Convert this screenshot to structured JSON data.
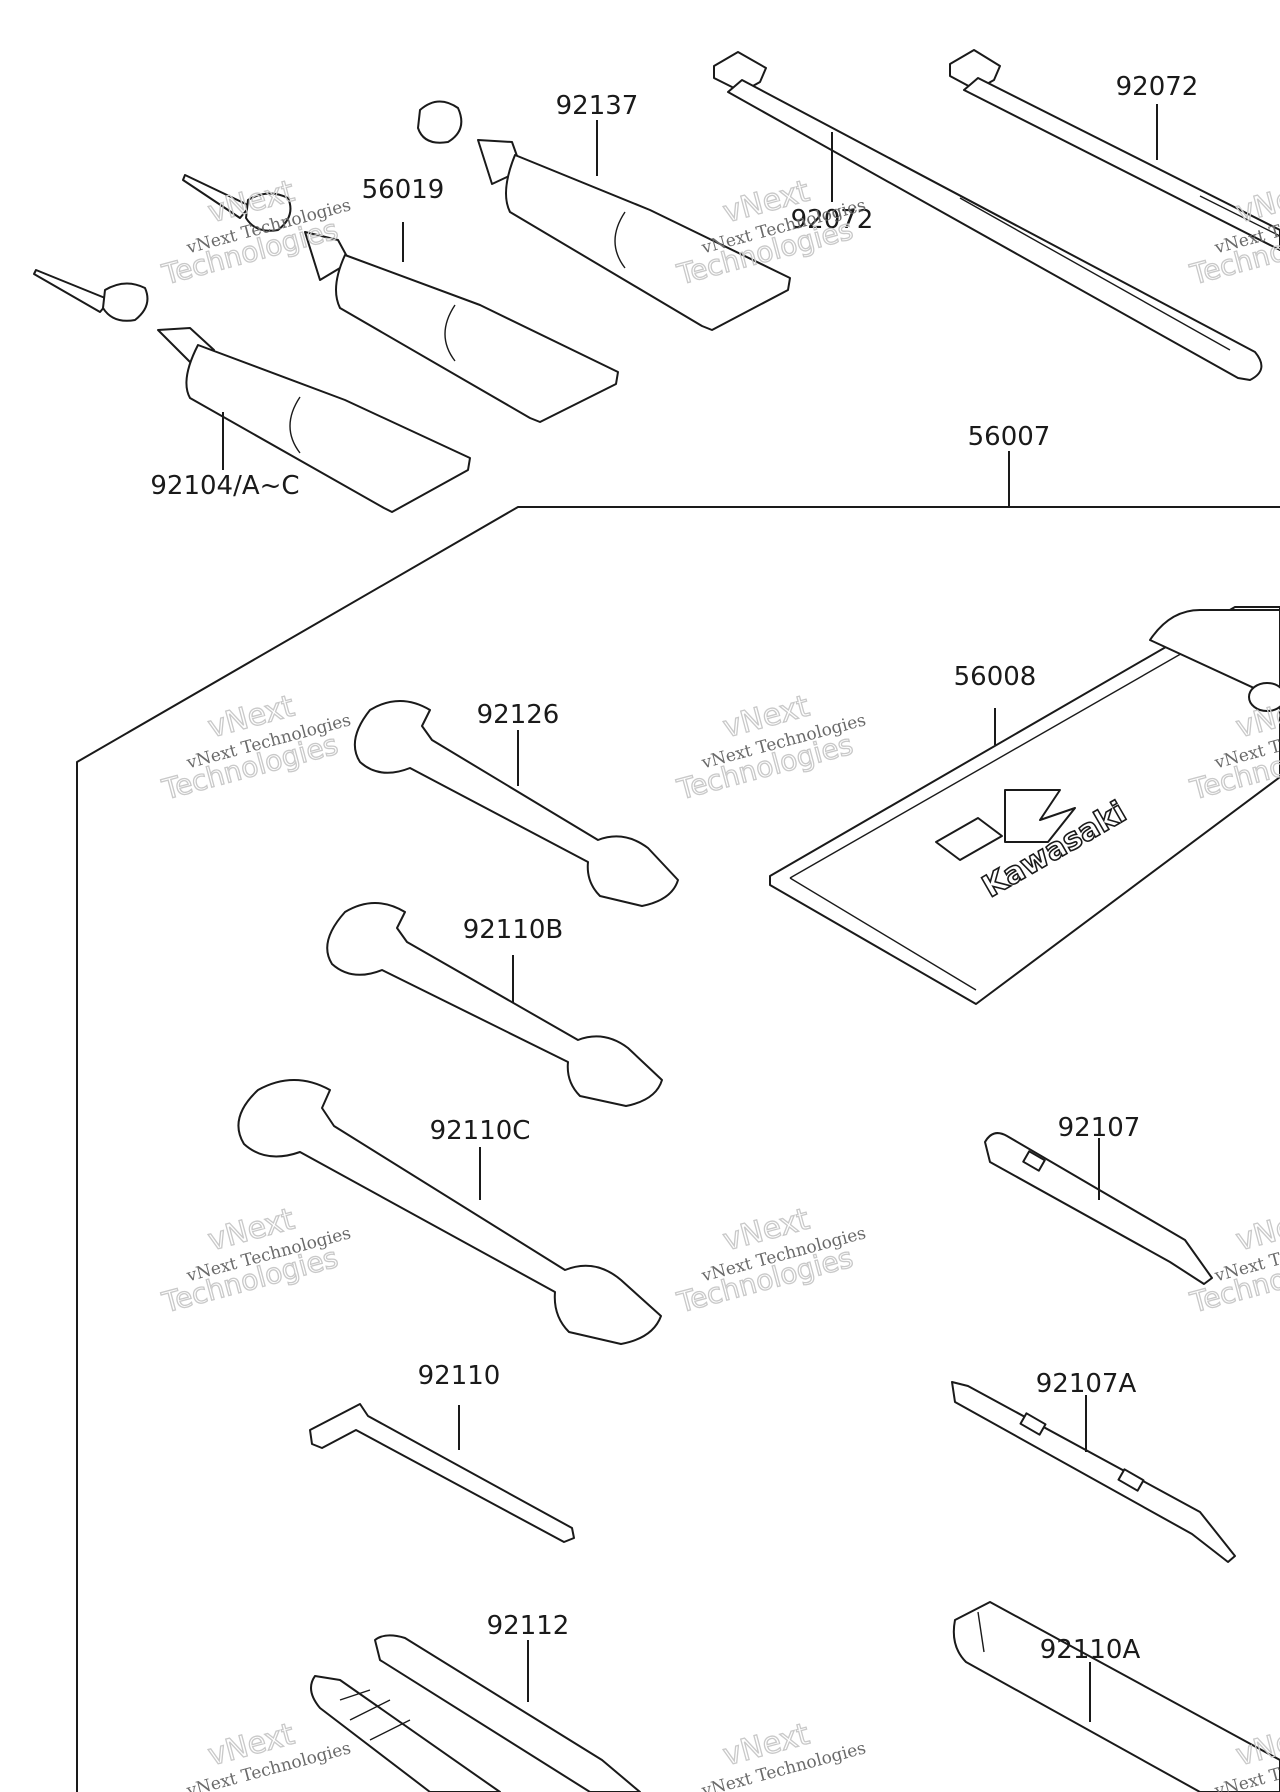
{
  "parts": {
    "p92137": "92137",
    "p56019": "56019",
    "p92072a": "92072",
    "p92072b": "92072",
    "p92104": "92104/A~C",
    "p56007": "56007",
    "p56008": "56008",
    "p92126": "92126",
    "p92110B": "92110B",
    "p92110C": "92110C",
    "p92107": "92107",
    "p92110": "92110",
    "p92107A": "92107A",
    "p92112": "92112",
    "p92110A": "92110A"
  },
  "logo": {
    "brand_text": "Kawasaki"
  },
  "watermark": {
    "line1": "vNext Technologies",
    "line2": "vNext",
    "line3": "Technologies"
  }
}
